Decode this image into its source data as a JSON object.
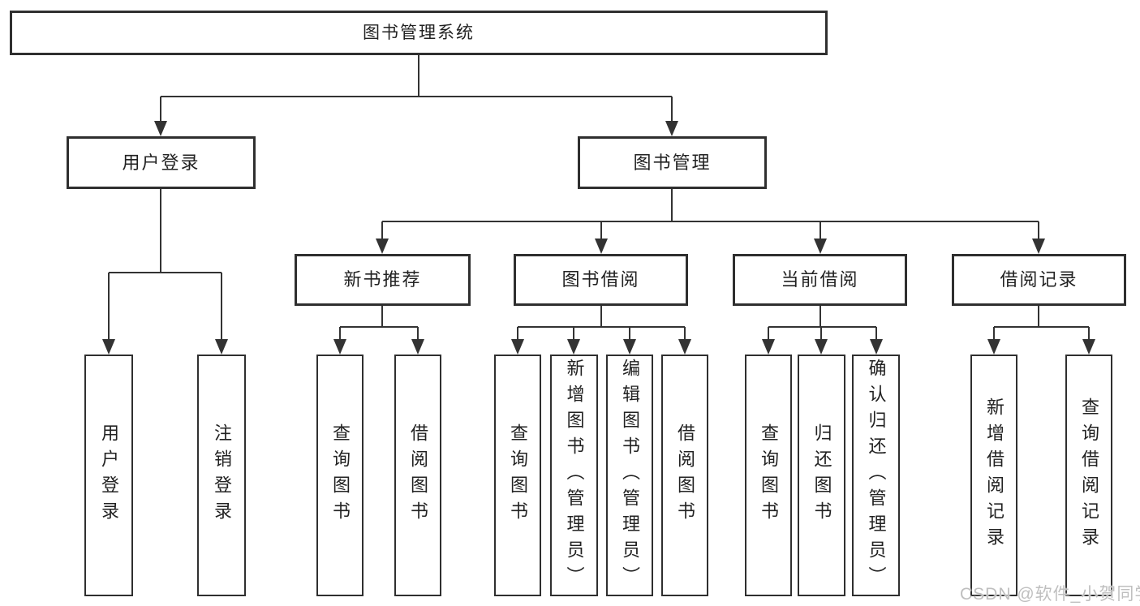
{
  "tree": {
    "label": "图书管理系统",
    "children": [
      {
        "label": "用户登录",
        "children": [
          {
            "label": "用户登录"
          },
          {
            "label": "注销登录"
          }
        ]
      },
      {
        "label": "图书管理",
        "children": [
          {
            "label": "新书推荐",
            "children": [
              {
                "label": "查询图书"
              },
              {
                "label": "借阅图书"
              }
            ]
          },
          {
            "label": "图书借阅",
            "children": [
              {
                "label": "查询图书"
              },
              {
                "label": "新增图书（管理员）"
              },
              {
                "label": "编辑图书（管理员）"
              },
              {
                "label": "借阅图书"
              }
            ]
          },
          {
            "label": "当前借阅",
            "children": [
              {
                "label": "查询图书"
              },
              {
                "label": "归还图书"
              },
              {
                "label": "确认归还（管理员）"
              }
            ]
          },
          {
            "label": "借阅记录",
            "children": [
              {
                "label": "新增借阅记录"
              },
              {
                "label": "查询借阅记录"
              }
            ]
          }
        ]
      }
    ]
  },
  "watermark": {
    "text": "CSDN @软件_小贺同学"
  },
  "colors": {
    "line": "#333333",
    "box_border": "#2f2f2f",
    "box_fill": "#ffffff",
    "text": "#222222",
    "watermark": "#bfbfbf"
  }
}
